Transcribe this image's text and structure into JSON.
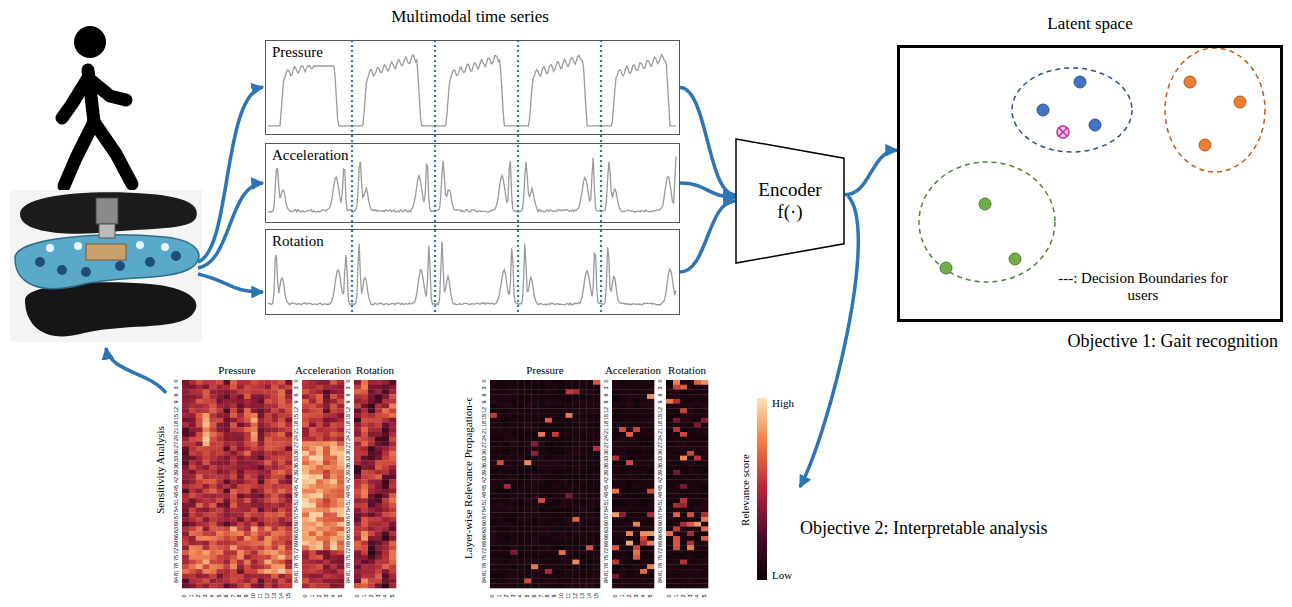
{
  "diagram": {
    "title": "Multimodal time series",
    "nodes": [
      {
        "text": [
          "Pressure"
        ]
      },
      {
        "text": [
          "Acceleration"
        ]
      },
      {
        "text": [
          "Rotation"
        ]
      },
      {
        "text": [
          "Encoder f(·)"
        ]
      },
      {
        "text": [
          "Latent space",
          "---: Decision Boundaries for users"
        ]
      }
    ],
    "edges": [
      {
        "from": 0,
        "to": 3,
        "arrow": "to"
      },
      {
        "from": 1,
        "to": 3,
        "arrow": "to"
      },
      {
        "from": 2,
        "to": 3,
        "arrow": "to"
      },
      {
        "from": 3,
        "to": 4,
        "arrow": "to"
      }
    ],
    "labels": [
      "Objective 1: Gait recognition",
      "Objective 2: Interpretable analysis",
      "Sensitivity Analysis",
      "Pressure",
      "Acceleration",
      "Rotation",
      "Layer-wise Relevance Propagation-ϵ",
      "Pressure",
      "Acceleration",
      "Rotation",
      "High",
      "Low",
      "Relevance score",
      "0",
      "3",
      "6",
      "9",
      "12",
      "15",
      "18",
      "21",
      "24",
      "27",
      "30",
      "33",
      "36",
      "39",
      "42",
      "45",
      "48",
      "51",
      "54",
      "57",
      "60",
      "63",
      "66",
      "69",
      "72",
      "75",
      "78",
      "81",
      "84",
      "0",
      "1",
      "2",
      "3",
      "4",
      "5",
      "6",
      "7",
      "8",
      "9",
      "10",
      "11",
      "12",
      "13",
      "14",
      "15",
      "0",
      "3",
      "6",
      "9",
      "12",
      "15",
      "18",
      "21",
      "24",
      "27",
      "30",
      "33",
      "36",
      "39",
      "42",
      "45",
      "48",
      "51",
      "54",
      "57",
      "60",
      "63",
      "66",
      "69",
      "72",
      "75",
      "78",
      "81",
      "84",
      "0",
      "1",
      "2",
      "3",
      "4",
      "5",
      "0",
      "3",
      "6",
      "9",
      "12",
      "15",
      "18",
      "21",
      "24",
      "27",
      "30",
      "33",
      "36",
      "39",
      "42",
      "45",
      "48",
      "51",
      "54",
      "57",
      "60",
      "63",
      "66",
      "69",
      "72",
      "75",
      "78",
      "81",
      "84",
      "0",
      "1",
      "2",
      "3",
      "4",
      "5",
      "0",
      "3",
      "6",
      "9",
      "12",
      "15",
      "18",
      "21",
      "24",
      "27",
      "30",
      "33",
      "36",
      "39",
      "42",
      "45",
      "48",
      "51",
      "54",
      "57",
      "60",
      "63",
      "66",
      "69",
      "72",
      "75",
      "78",
      "81",
      "84",
      "0",
      "1",
      "2",
      "3",
      "4",
      "5",
      "6",
      "7",
      "8",
      "9",
      "10",
      "11",
      "12",
      "13",
      "14",
      "15",
      "0",
      "3",
      "6",
      "9",
      "12",
      "15",
      "18",
      "21",
      "24",
      "27",
      "30",
      "33",
      "36",
      "39",
      "42",
      "45",
      "48",
      "51",
      "54",
      "57",
      "60",
      "63",
      "66",
      "69",
      "72",
      "75",
      "78",
      "81",
      "84",
      "0",
      "1",
      "2",
      "3",
      "4",
      "5",
      "0",
      "3",
      "6",
      "9",
      "12",
      "15",
      "18",
      "21",
      "24",
      "27",
      "30",
      "33",
      "36",
      "39",
      "42",
      "45",
      "48",
      "51",
      "54",
      "57",
      "60",
      "63",
      "66",
      "69",
      "72",
      "75",
      "78",
      "81",
      "84",
      "0",
      "1",
      "2",
      "3",
      "4",
      "5"
    ]
  }
}
